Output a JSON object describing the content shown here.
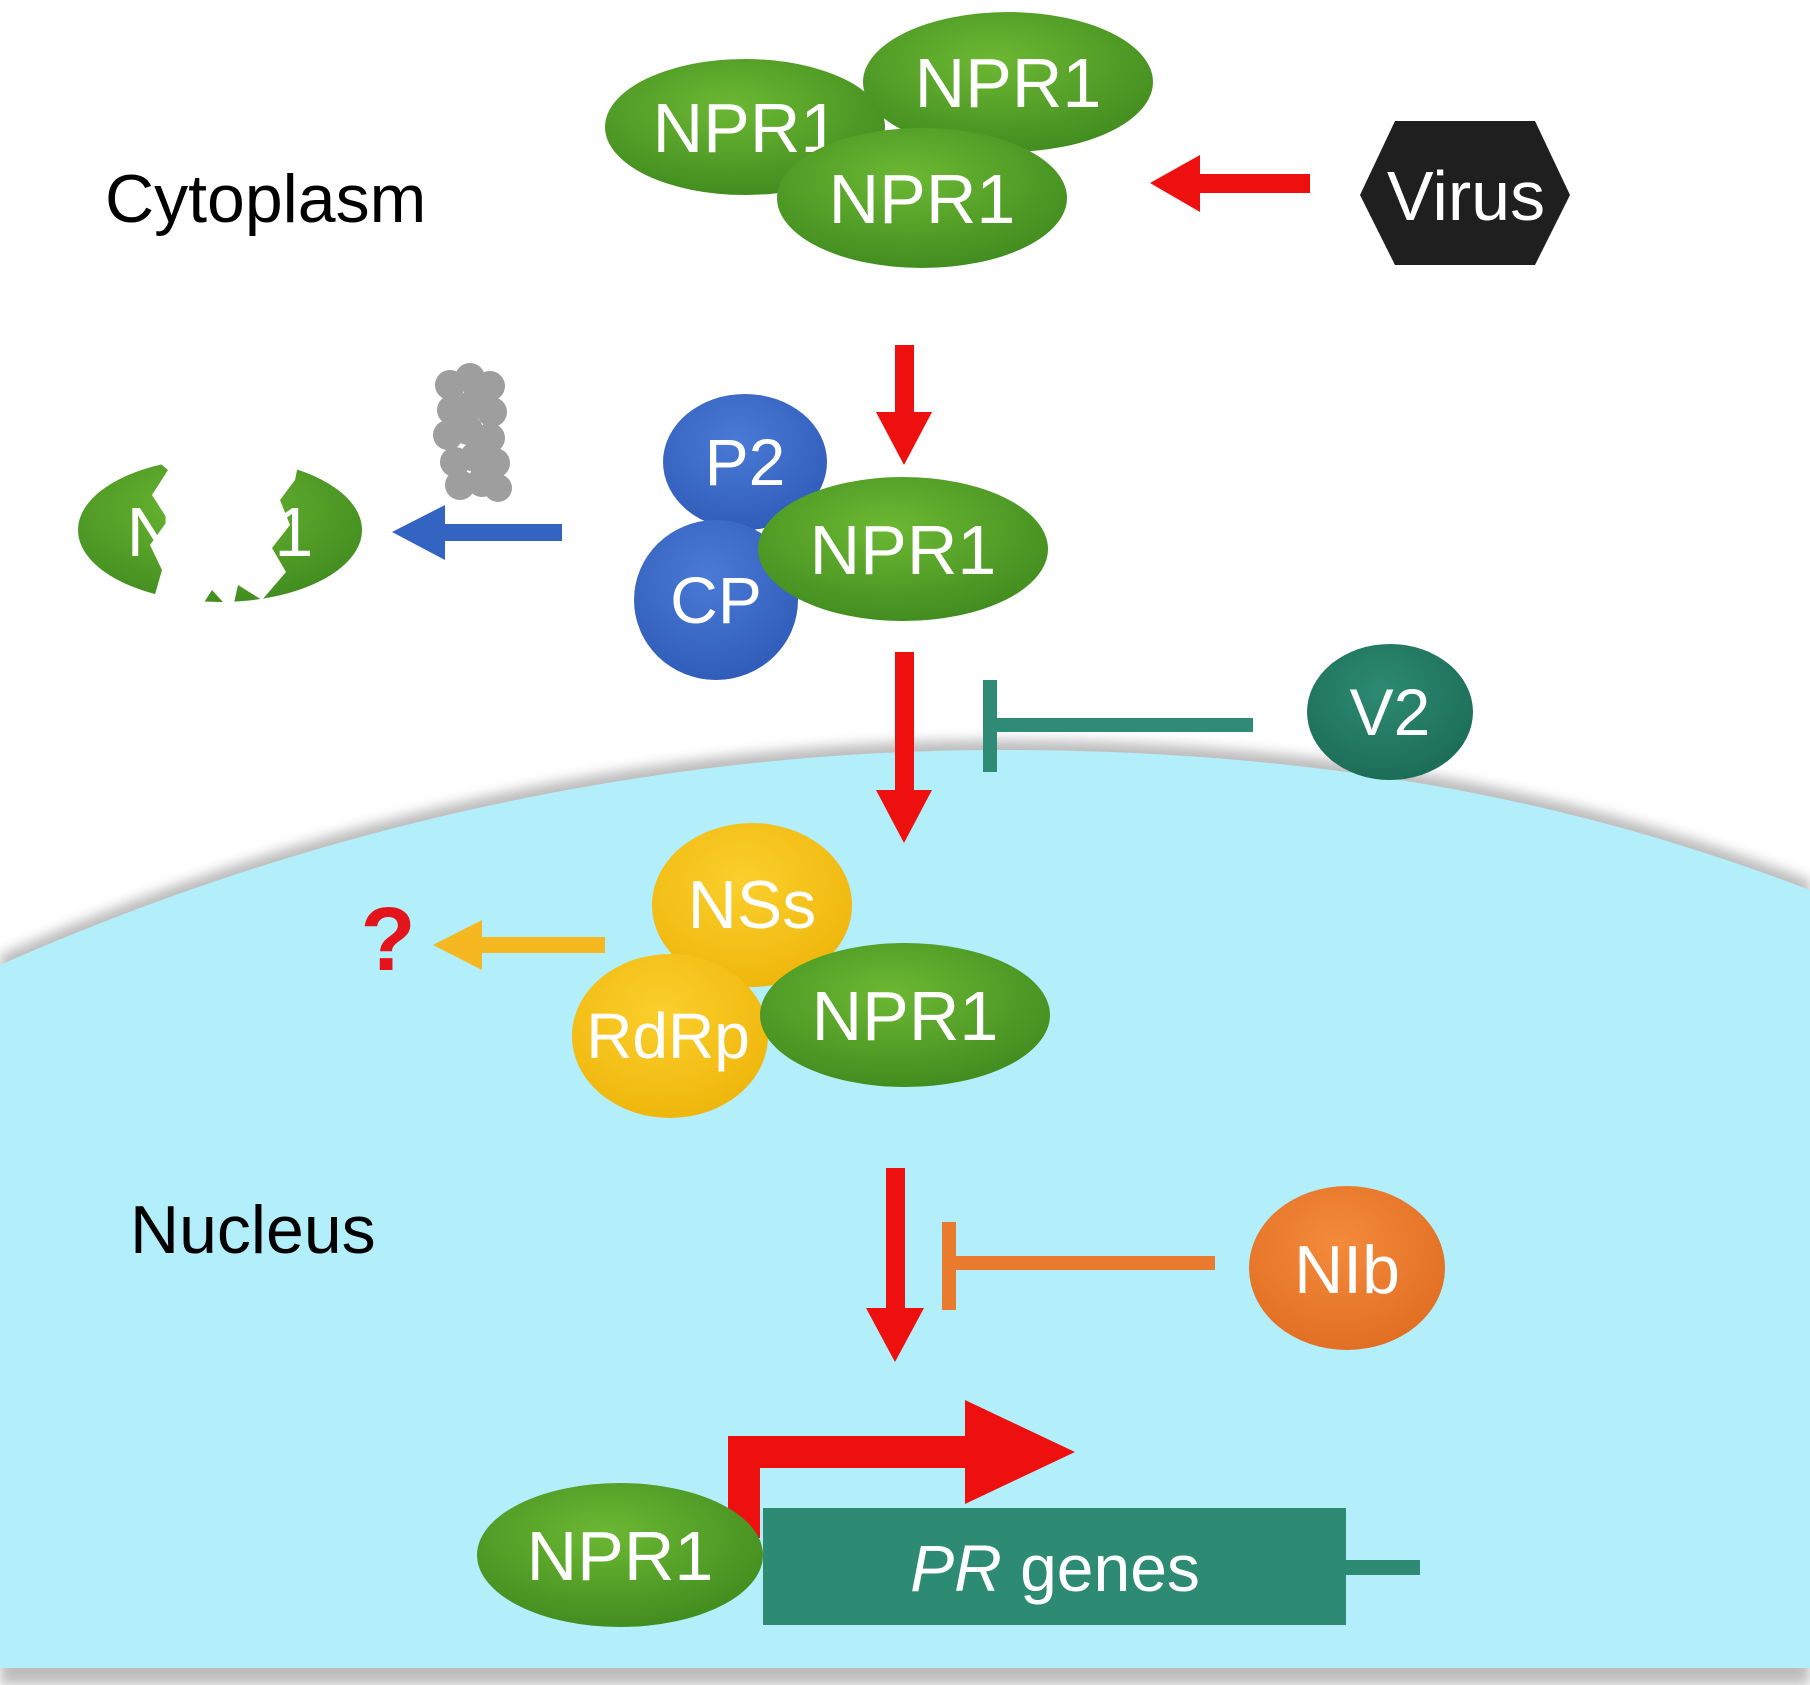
{
  "regions": {
    "cytoplasm": "Cytoplasm",
    "nucleus": "Nucleus"
  },
  "proteins": {
    "npr1": "NPR1",
    "virus": "Virus",
    "p2": "P2",
    "cp": "CP",
    "v2": "V2",
    "nss": "NSs",
    "rdrp": "RdRp",
    "nib": "NIb",
    "degraded_npr1": "NPR1"
  },
  "genes": {
    "pr_italic": "PR",
    "pr_suffix": " genes"
  },
  "unknown_mark": "?",
  "colors": {
    "npr1_green": "#5a9e2a",
    "virus_black": "#1f1f1f",
    "viral_blue": "#3b68c4",
    "v2_teal": "#237a63",
    "nss_yellow": "#f7c313",
    "nib_orange": "#ee7a2c",
    "gene_teal": "#2e8b73",
    "activation_red": "#ee0f0f",
    "degradation_blue": "#3464c2",
    "nss_arrow_yellow": "#f5b820",
    "nib_inhibit_orange": "#ea7a2e",
    "v2_inhibit_teal": "#2f8a76",
    "nucleus_cyan": "#b3eefb",
    "proteasome_grey": "#9e9e9e"
  }
}
